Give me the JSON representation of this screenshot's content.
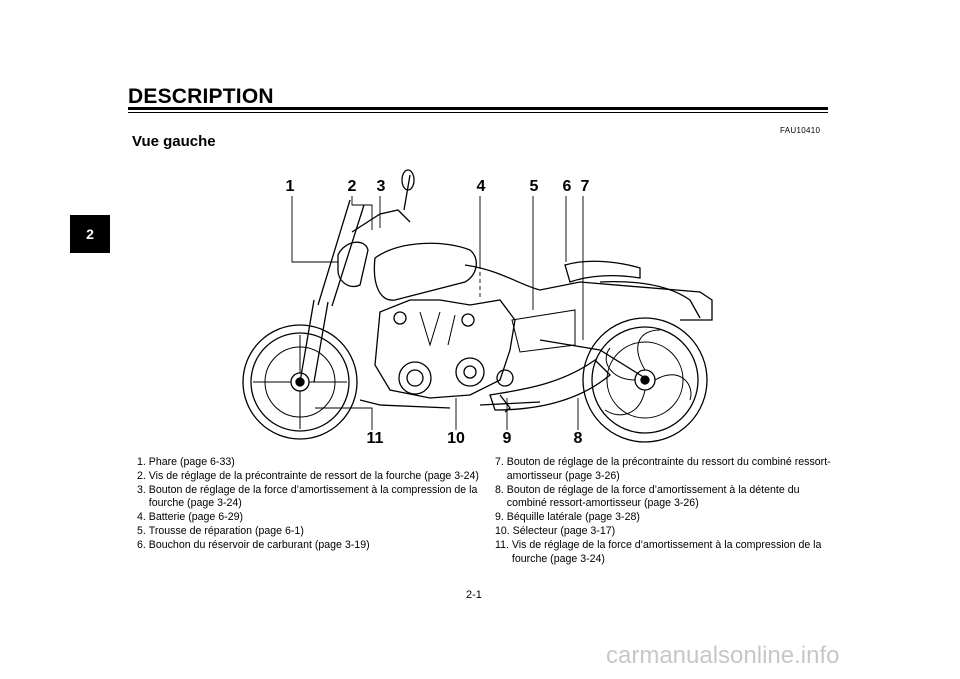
{
  "header": {
    "title": "DESCRIPTION",
    "ref_code": "FAU10410"
  },
  "chapter_tab": "2",
  "section": {
    "heading": "Vue gauche"
  },
  "callouts": [
    "1",
    "2",
    "3",
    "4",
    "5",
    "6",
    "7",
    "8",
    "9",
    "10",
    "11"
  ],
  "legend_left": [
    {
      "num": "1. ",
      "text": "Phare (page 6-33)"
    },
    {
      "num": "2. ",
      "text": "Vis de réglage de la précontrainte de ressort de la fourche (page 3-24)"
    },
    {
      "num": "3. ",
      "text": "Bouton de réglage de la force d’amortissement à la compression de la fourche (page 3-24)"
    },
    {
      "num": "4. ",
      "text": "Batterie (page 6-29)"
    },
    {
      "num": "5. ",
      "text": "Trousse de réparation (page 6-1)"
    },
    {
      "num": "6. ",
      "text": "Bouchon du réservoir de carburant (page 3-19)"
    }
  ],
  "legend_right": [
    {
      "num": "7. ",
      "text": "Bouton de réglage de la précontrainte du ressort du combiné ressort-amortisseur (page 3-26)"
    },
    {
      "num": "8. ",
      "text": "Bouton de réglage de la force d’amortissement à la détente du combiné ressort-amortisseur (page 3-26)"
    },
    {
      "num": "9. ",
      "text": "Béquille latérale (page 3-28)"
    },
    {
      "num": "10. ",
      "text": "Sélecteur (page 3-17)"
    },
    {
      "num": "11. ",
      "text": "Vis de réglage de la force d’amortissement à la compression de la fourche (page 3-24)"
    }
  ],
  "footer": {
    "page_number": "2-1",
    "watermark": "carmanualsonline.info"
  }
}
